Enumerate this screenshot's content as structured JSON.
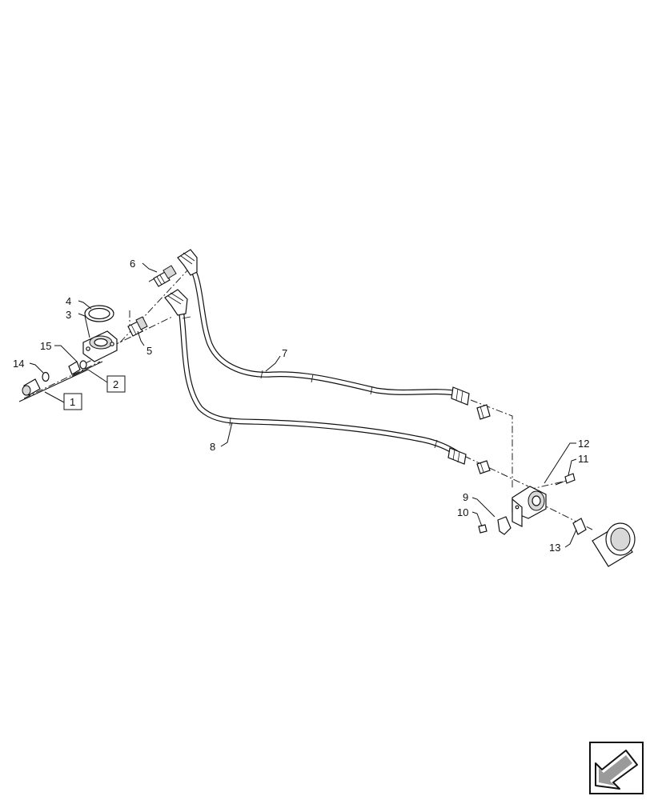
{
  "callouts": {
    "c1": "1",
    "c2": "2",
    "c3": "3",
    "c4": "4",
    "c5": "5",
    "c6": "6",
    "c7": "7",
    "c8": "8",
    "c9": "9",
    "c10": "10",
    "c11": "11",
    "c12": "12",
    "c13": "13",
    "c14": "14",
    "c15": "15"
  },
  "nav_icon": "next-page-arrow-icon",
  "colors": {
    "line": "#111111",
    "background": "#ffffff"
  }
}
